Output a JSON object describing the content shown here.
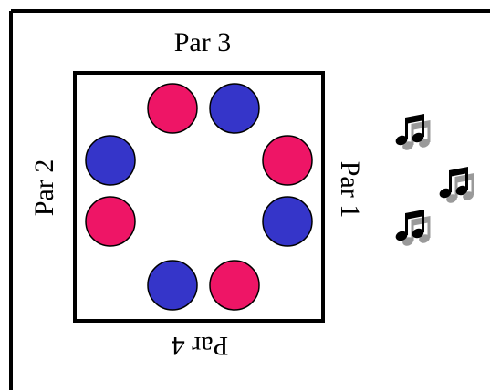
{
  "labels": {
    "top": "Par 3",
    "left": "Par 2",
    "right": "Par 1",
    "bottom": "Par 4"
  },
  "colors": {
    "frame": "#000000",
    "pink": "#ee1566",
    "blue": "#3535c9",
    "note_black": "#000000",
    "note_gray": "#9a9a9a"
  },
  "circles": [
    {
      "id": "top-left",
      "color": "pink"
    },
    {
      "id": "top-right",
      "color": "blue"
    },
    {
      "id": "left-top",
      "color": "blue"
    },
    {
      "id": "left-bottom",
      "color": "pink"
    },
    {
      "id": "right-top",
      "color": "pink"
    },
    {
      "id": "right-bottom",
      "color": "blue"
    },
    {
      "id": "bottom-left",
      "color": "blue"
    },
    {
      "id": "bottom-right",
      "color": "pink"
    }
  ],
  "icons": [
    "music-notes-icon",
    "music-notes-icon",
    "music-notes-icon"
  ]
}
